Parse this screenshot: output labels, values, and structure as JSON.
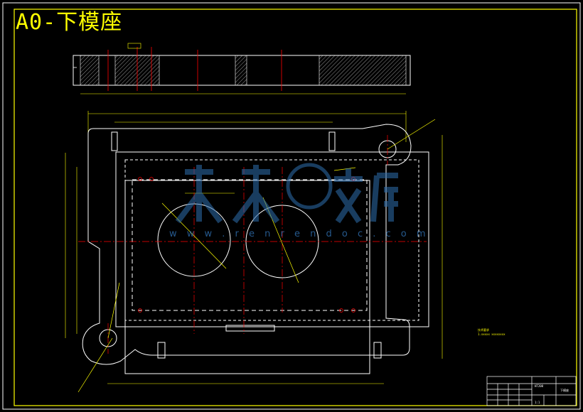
{
  "drawing": {
    "title": "A0-下模座",
    "watermark_url": "w w w . r e n r e n d o c . c o m",
    "notes": [
      "技术要求",
      "1.xxxxx xxxxxxxx"
    ],
    "title_block": {
      "part_name": "下模座",
      "drawing_no": "HT200",
      "scale": "1:1"
    },
    "colors": {
      "background": "#000000",
      "frame": "#ffff00",
      "outline": "#ffffff",
      "centerline": "#ff0000",
      "dimension": "#ffff00",
      "watermark": "#2f6fb0"
    }
  }
}
